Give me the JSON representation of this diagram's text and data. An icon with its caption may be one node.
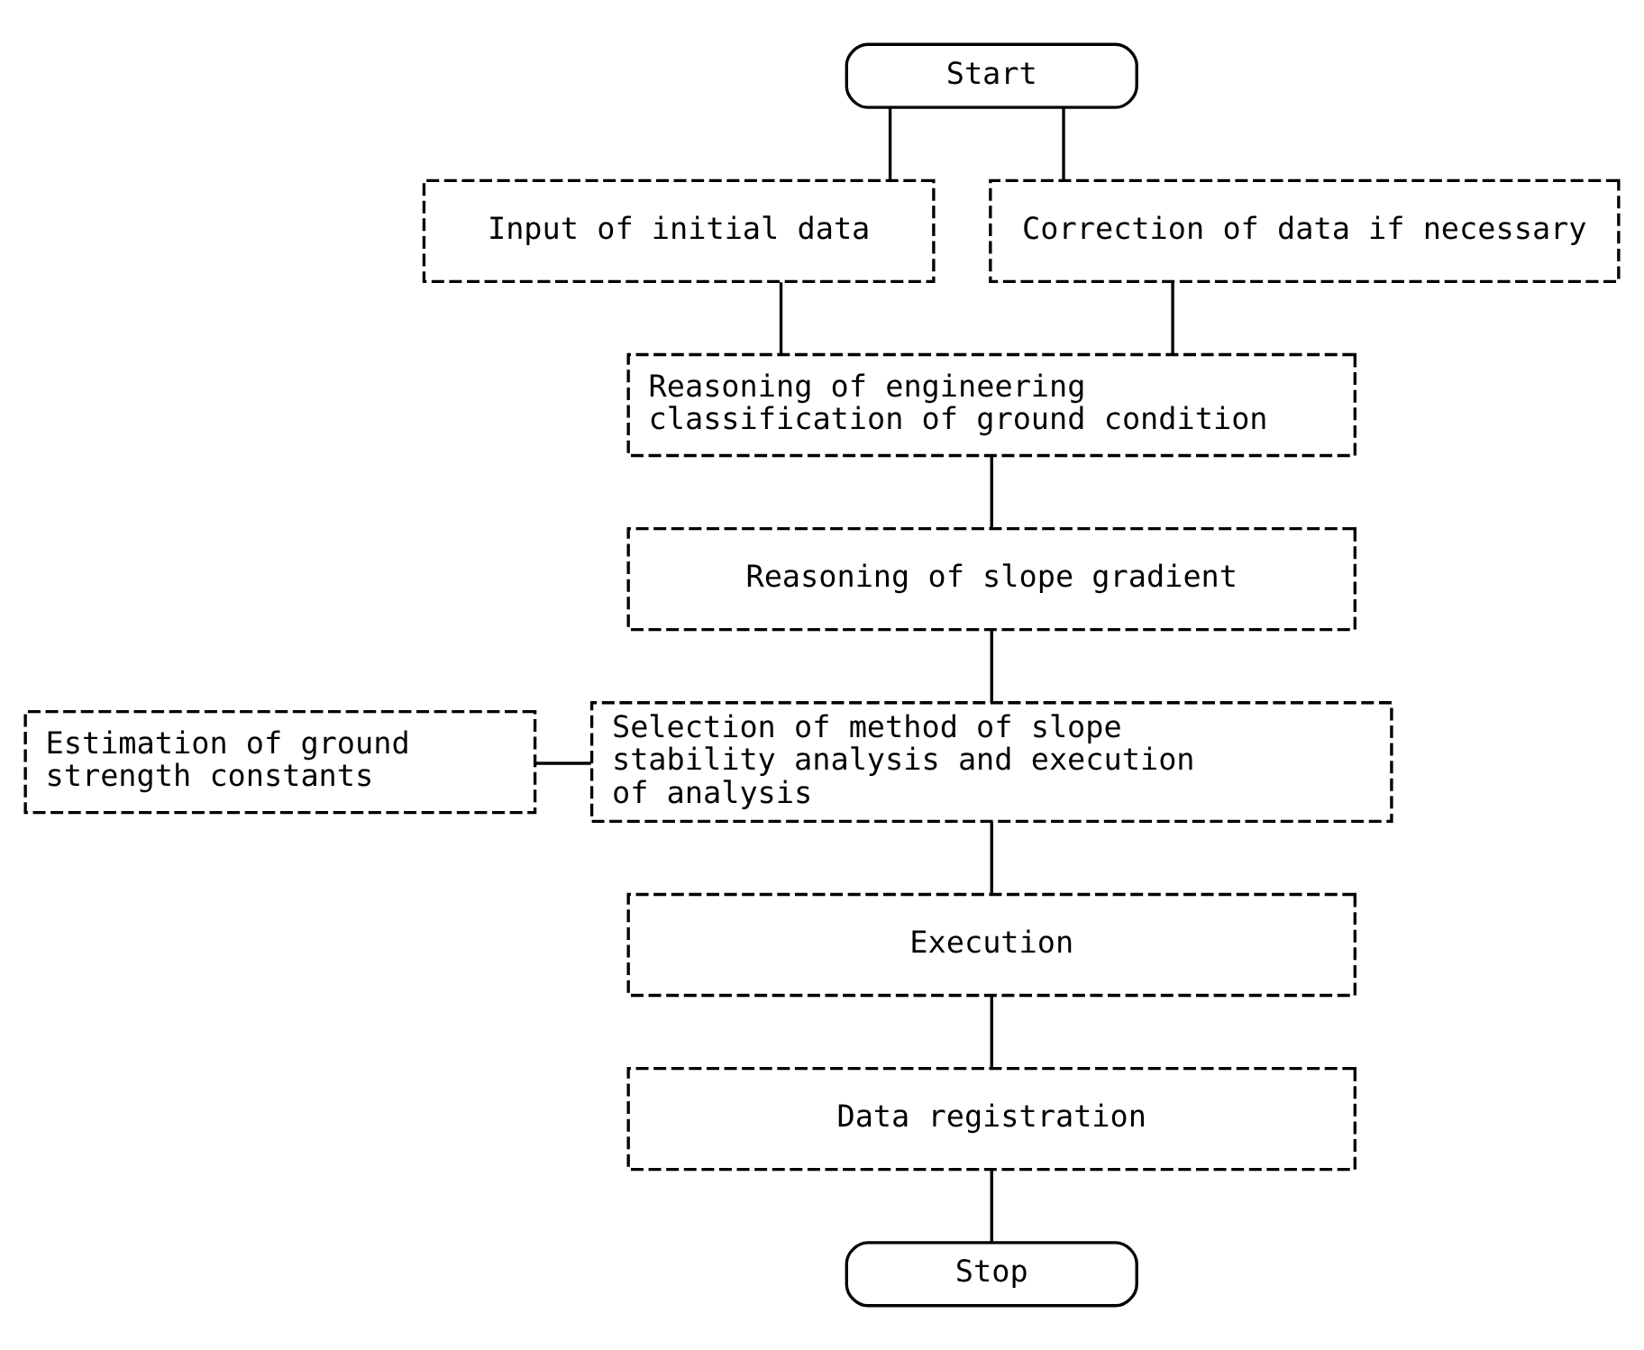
{
  "diagram": {
    "nodes": [
      {
        "text": [
          "Start"
        ]
      },
      {
        "text": [
          "Input of initial data"
        ]
      },
      {
        "text": [
          "Correction of data if necessary"
        ]
      },
      {
        "text": [
          "Reasoning of engineering classification of ground condition"
        ]
      },
      {
        "text": [
          "Reasoning of slope gradient"
        ]
      },
      {
        "text": [
          "Estimation of ground strength constants"
        ]
      },
      {
        "text": [
          "Selection of method of slope stability analysis and execution of analysis"
        ]
      },
      {
        "text": [
          "Execution"
        ]
      },
      {
        "text": [
          "Data registration"
        ]
      },
      {
        "text": [
          "Stop"
        ]
      }
    ],
    "edges": [
      {
        "from": 0,
        "to": 1,
        "arrow": "none"
      },
      {
        "from": 0,
        "to": 2,
        "arrow": "none"
      },
      {
        "from": 1,
        "to": 3,
        "arrow": "none"
      },
      {
        "from": 2,
        "to": 3,
        "arrow": "none"
      },
      {
        "from": 3,
        "to": 4,
        "arrow": "none"
      },
      {
        "from": 4,
        "to": 6,
        "arrow": "none"
      },
      {
        "from": 5,
        "to": 6,
        "arrow": "none"
      },
      {
        "from": 6,
        "to": 7,
        "arrow": "none"
      },
      {
        "from": 7,
        "to": 8,
        "arrow": "none"
      },
      {
        "from": 8,
        "to": 9,
        "arrow": "none"
      }
    ]
  }
}
